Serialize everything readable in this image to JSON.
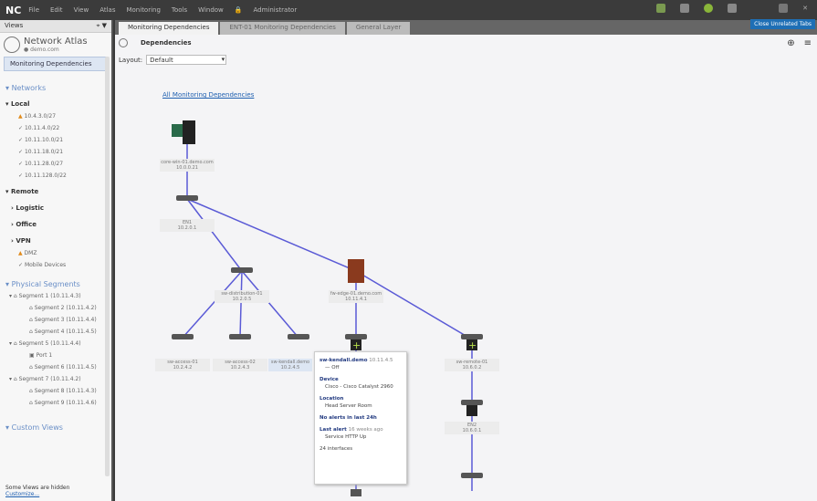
{
  "app": {
    "logo": "NC",
    "menu": [
      "File",
      "Edit",
      "View",
      "Atlas",
      "Monitoring",
      "Tools",
      "Window"
    ],
    "user": "Administrator",
    "tooltip": "Close Unrelated Tabs"
  },
  "sidebar": {
    "header": "Views",
    "pin": "⌖ ▼",
    "atlas_title": "Network Atlas",
    "atlas_sub": "● demo.com",
    "monitoring_btn": "Monitoring Dependencies",
    "networks_label": "Networks",
    "local_label": "Local",
    "local_items": [
      "10.4.3.0/27",
      "10.11.4.0/22",
      "10.11.10.0/21",
      "10.11.18.0/21",
      "10.11.28.0/27",
      "10.11.128.0/22"
    ],
    "remote_label": "Remote",
    "remote_groups": [
      "Logistic",
      "Office",
      "VPN"
    ],
    "remote_items": [
      "DMZ",
      "Mobile Devices"
    ],
    "physical_label": "Physical Segments",
    "segments": [
      {
        "name": "Segment 1 (10.11.4.3)",
        "children": [
          "Segment 2 (10.11.4.2)",
          "Segment 3 (10.11.4.4)",
          "Segment 4 (10.11.4.5)"
        ]
      },
      {
        "name": "Segment 5 (10.11.4.4)",
        "children": [
          "Port 1",
          "Segment 6 (10.11.4.5)"
        ]
      },
      {
        "name": "Segment 7 (10.11.4.2)",
        "children": [
          "Segment 8 (10.11.4.3)",
          "Segment 9 (10.11.4.6)"
        ]
      }
    ],
    "custom_label": "Custom Views",
    "footer_note": "Some Views are hidden",
    "footer_link": "Customize..."
  },
  "tabs": [
    "Monitoring Dependencies",
    "ENT-01 Monitoring Dependencies",
    "General Layer"
  ],
  "main": {
    "title": "Dependencies",
    "layout_label": "Layout:",
    "layout_value": "Default",
    "map_title": "All Monitoring Dependencies"
  },
  "nodes": [
    {
      "name": "core-win-01.demo.com",
      "ip": "10.0.0.21"
    },
    {
      "name": "EN1",
      "ip": "10.2.0.1"
    },
    {
      "name": "sw-distribution-01",
      "ip": "10.2.0.5"
    },
    {
      "name": "fw-edge-01.demo.com",
      "ip": "10.11.4.1"
    },
    {
      "name": "sw-access-01",
      "ip": "10.2.4.2"
    },
    {
      "name": "sw-access-02",
      "ip": "10.2.4.3"
    },
    {
      "name": "sw-kendall.demo",
      "ip": "10.2.4.5"
    },
    {
      "name": "sw-remote-01",
      "ip": "10.6.0.2"
    },
    {
      "name": "EN2",
      "ip": "10.6.0.1"
    }
  ],
  "tooltip": {
    "title": "sw-kendall.demo",
    "ip": "10.11.4.5",
    "sub": "— Off",
    "device_label": "Device",
    "device": "Cisco - Cisco Catalyst 2960",
    "location_label": "Location",
    "location": "Head Server Room",
    "alert_label": "No alerts in last 24h",
    "last_label": "Last alert",
    "last_time": "16 weeks ago",
    "last_value": "Service HTTP Up",
    "interfaces": "24 interfaces"
  },
  "colors": {
    "link": "#5a5ad6",
    "accent": "#1e6fb5"
  }
}
